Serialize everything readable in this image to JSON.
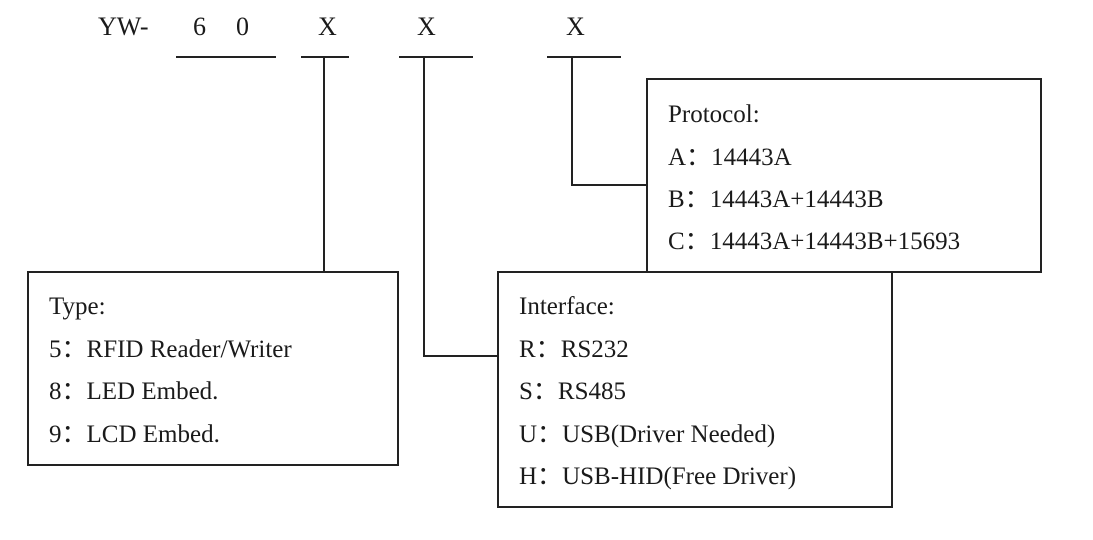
{
  "code": {
    "prefix": "YW-",
    "digit1": "6",
    "digit2": "0",
    "x1": "X",
    "x2": "X",
    "x3": "X"
  },
  "protocol_box": {
    "title": "Protocol:",
    "items": [
      {
        "key": "A：",
        "value": "14443A"
      },
      {
        "key": "B：",
        "value": "14443A+14443B"
      },
      {
        "key": "C：",
        "value": "14443A+14443B+15693"
      }
    ]
  },
  "type_box": {
    "title": "Type:",
    "items": [
      {
        "key": "5：",
        "value": "RFID Reader/Writer"
      },
      {
        "key": "8：",
        "value": "LED Embed."
      },
      {
        "key": "9：",
        "value": "LCD Embed."
      }
    ]
  },
  "interface_box": {
    "title": "Interface:",
    "items": [
      {
        "key": "R：",
        "value": "RS232"
      },
      {
        "key": "S：",
        "value": "RS485"
      },
      {
        "key": "U：",
        "value": "USB(Driver Needed)"
      },
      {
        "key": "H：",
        "value": "USB-HID(Free Driver)"
      }
    ]
  }
}
